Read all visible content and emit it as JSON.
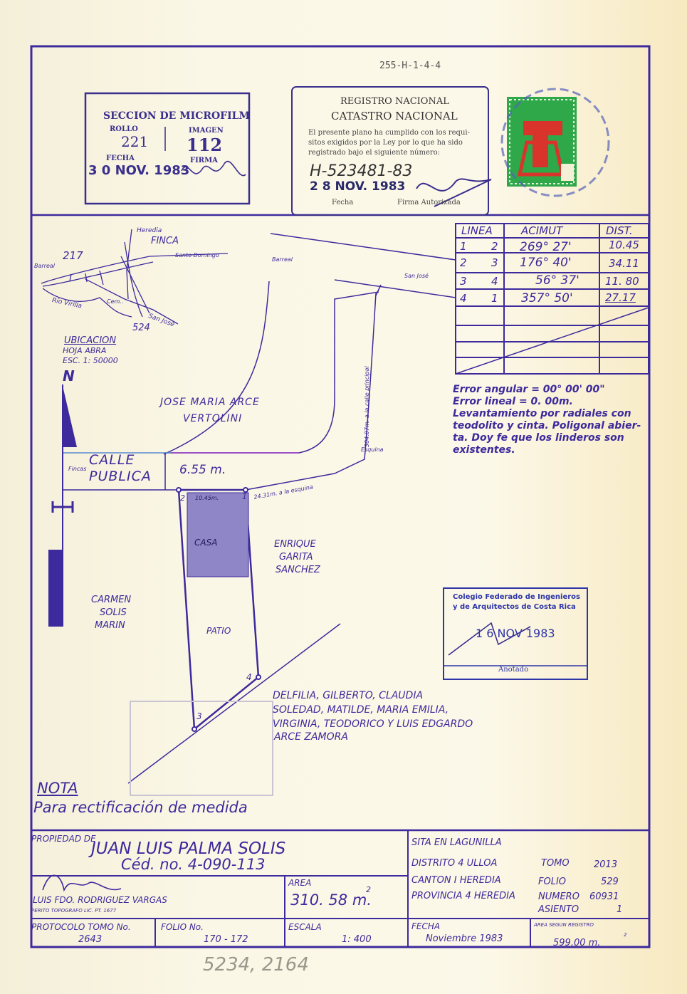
{
  "plan_number": "255-H-1-4-4",
  "microfilm": {
    "title": "SECCION DE MICROFILM",
    "rollo_label": "ROLLO",
    "rollo": "221",
    "imagen_label": "IMAGEN",
    "imagen": "112",
    "fecha_label": "FECHA",
    "fecha": "3 0 NOV. 1983",
    "firma_label": "FIRMA"
  },
  "registro": {
    "line1": "REGISTRO NACIONAL",
    "line2": "CATASTRO NACIONAL",
    "text1": "El presente plano ha cumplido con los requi-",
    "text2": "sitos exigidos por la Ley por lo que ha sido",
    "text3": "registrado bajo el siguiente número:",
    "number": "H-523481-83",
    "date": "2 8 NOV. 1983",
    "fecha_label": "Fecha",
    "firma_label": "Firma Autorizada"
  },
  "location": {
    "heredia": "Heredia",
    "finca": "FINCA",
    "santo_domingo": "Santo Domingo",
    "n217": "217",
    "barreal1": "Barreal",
    "barreal2": "Barreal",
    "rio_virilla": "Río Virilla",
    "cem": "Cem..",
    "san_jose1": "San José",
    "san_jose2": "San José",
    "n524": "524",
    "ubicacion": "UBICACION",
    "hoja": "HOJA ABRA",
    "esc": "ESC. 1: 50000"
  },
  "azimuth_table": {
    "headers": [
      "LINEA",
      "ACIMUT",
      "DIST."
    ],
    "rows": [
      {
        "from": "1",
        "to": "2",
        "acimut": "269° 27'",
        "dist": "10.45"
      },
      {
        "from": "2",
        "to": "3",
        "acimut": "176° 40'",
        "dist": "34.11"
      },
      {
        "from": "3",
        "to": "4",
        "acimut": "56° 37'",
        "dist": "11. 80"
      },
      {
        "from": "4",
        "to": "1",
        "acimut": "357° 50'",
        "dist": "27.17"
      }
    ]
  },
  "errors": {
    "line1": "Error angular = 00° 00' 00\"",
    "line2": "Error lineal =    0. 00m.",
    "line3": "Levantamiento por radiales con",
    "line4": "teodolito  y cinta. Poligonal abier-",
    "line5": "ta. Doy fe que los linderos son",
    "line6": "existentes."
  },
  "plot": {
    "north": "N",
    "jose1": "JOSE MARIA  ARCE",
    "jose2": "VERTOLINI",
    "calle1": "CALLE",
    "calle2": "PUBLICA",
    "fincas": "Fincas",
    "width": "6.55 m.",
    "calle_principal": "304.07m. a la calle principal",
    "esquina": "Esquina",
    "esquina_dist": "24.31m. a la esquina",
    "side": "10.45m.",
    "casa": "CASA",
    "patio": "PATIO",
    "p1": "1",
    "p2": "2",
    "p3": "3",
    "p4": "4",
    "enrique1": "ENRIQUE",
    "enrique2": "GARITA",
    "enrique3": "SANCHEZ",
    "carmen1": "CARMEN",
    "carmen2": "SOLIS",
    "carmen3": "MARIN",
    "delf1": "DELFILIA, GILBERTO, CLAUDIA",
    "delf2": "SOLEDAD, MATILDE, MARIA EMILIA,",
    "delf3": "VIRGINIA,  TEODORICO Y LUIS EDGARDO",
    "delf4": "ARCE  ZAMORA"
  },
  "colegio": {
    "line1": "Colegio Federado de Ingenieros",
    "line2": "y de Arquitectos de Costa Rica",
    "date": "1 6 NOV 1983",
    "anotado": "Anotado"
  },
  "nota": {
    "title": "NOTA",
    "text": "Para rectificación de medida"
  },
  "title_block": {
    "propiedad_label": "PROPIEDAD DE",
    "owner": "JUAN LUIS PALMA SOLIS",
    "ced": "Céd. no. 4-090-113",
    "surveyor": "LUIS FDO. RODRIGUEZ  VARGAS",
    "perito": "PERITO TOPOGRAFO LIC. PT. 1677",
    "area_label": "AREA",
    "area": "310. 58 m.",
    "area_exp": "2",
    "sita": "SITA EN LAGUNILLA",
    "distrito": "DISTRITO 4 ULLOA",
    "canton": "CANTON  I  HEREDIA",
    "provincia": "PROVINCIA 4 HEREDIA",
    "tomo_label": "TOMO",
    "tomo": "2013",
    "folio_label": "FOLIO",
    "folio": "529",
    "numero_label": "NUMERO",
    "numero": "60931",
    "asiento_label": "ASIENTO",
    "asiento": "1",
    "protocolo_label": "PROTOCOLO TOMO No.",
    "protocolo": "2643",
    "folio_no_label": "FOLIO No.",
    "folio_no": "170 - 172",
    "escala_label": "ESCALA",
    "escala": "1: 400",
    "fecha_label": "FECHA",
    "fecha": "Noviembre 1983",
    "area_registro_label": "AREA SEGUN REGISTRO",
    "area_registro": "599.00   m.",
    "area_registro_exp": "2"
  },
  "pencil_note": "5234, 2164",
  "colors": {
    "ink": "#3d2a9c",
    "house_fill": "#8f86c7",
    "stamp_green": "#2fa84a",
    "stamp_red": "#d8342b"
  }
}
